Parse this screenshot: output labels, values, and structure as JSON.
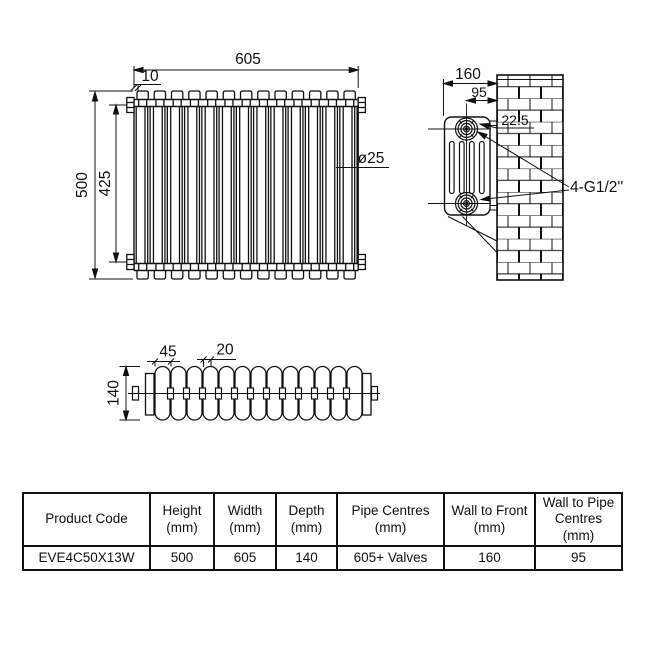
{
  "colors": {
    "line": "#111111",
    "background": "#ffffff"
  },
  "views": {
    "front": {
      "width": "605",
      "bracket_offset": "10",
      "height": "500",
      "tapping_centres": "425",
      "column_diameter": "ø25",
      "sections": 13
    },
    "side": {
      "wall_to_front": "160",
      "wall_to_pipe_centres": "95",
      "bracket_offset": "22.5",
      "tappings": "4-G1/2''",
      "columns": 4
    },
    "plan": {
      "section_width": "45",
      "section_gap": "20",
      "depth": "140"
    }
  },
  "table": {
    "headers": [
      [
        "Product Code"
      ],
      [
        "Height",
        "(mm)"
      ],
      [
        "Width",
        "(mm)"
      ],
      [
        "Depth",
        "(mm)"
      ],
      [
        "Pipe Centres",
        "(mm)"
      ],
      [
        "Wall to Front",
        "(mm)"
      ],
      [
        "Wall to Pipe",
        "Centres",
        "(mm)"
      ]
    ],
    "row": [
      "EVE4C50X13W",
      "500",
      "605",
      "140",
      "605+ Valves",
      "160",
      "95"
    ]
  }
}
